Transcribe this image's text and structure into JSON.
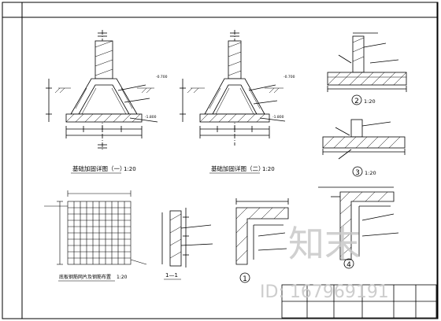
{
  "drawing": {
    "titles": {
      "foundation_detail_1": "基础加固详图（一）",
      "foundation_detail_2": "基础加固详图（二）",
      "plan_label": "底板钢筋网片及钢筋布置",
      "section_1_1": "1—1"
    },
    "scales": {
      "detail_1": "1:20",
      "detail_2": "1:20",
      "plan": "1:20",
      "node_2": "1:20",
      "node_3": "1:20"
    },
    "level_marks": {
      "top_1": "-0.700",
      "bottom_1": "-1.800",
      "top_2": "-0.700",
      "bottom_2": "-1.800"
    },
    "detail_markers": {
      "node_1": "1",
      "node_2": "2",
      "node_3": "3",
      "node_4": "4"
    }
  },
  "watermark": {
    "logo_text": "知末",
    "id_text": "ID: 167969191"
  },
  "colors": {
    "ink": "#000000",
    "paper": "#ffffff",
    "watermark": "#c8c8c8"
  }
}
